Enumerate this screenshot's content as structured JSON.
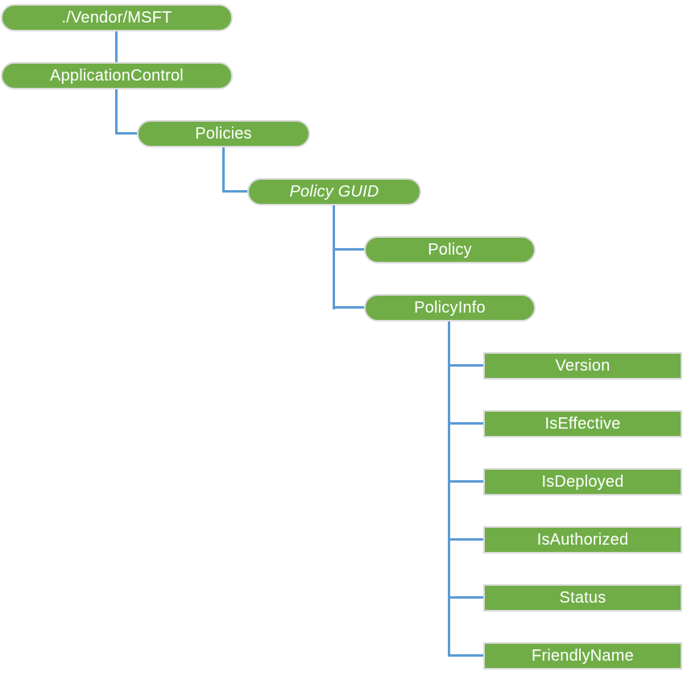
{
  "colors": {
    "node_fill": "#70AD47",
    "node_border": "#DBDBDB",
    "node_text": "#FFFFFF",
    "connector": "#5B9BD5",
    "background": "#FFFFFF"
  },
  "tree": {
    "label": "./Vendor/MSFT",
    "shape": "pill",
    "children": [
      {
        "label": "ApplicationControl",
        "shape": "pill",
        "children": [
          {
            "label": "Policies",
            "shape": "pill",
            "children": [
              {
                "label": "Policy GUID",
                "shape": "pill",
                "italic": true,
                "children": [
                  {
                    "label": "Policy",
                    "shape": "pill"
                  },
                  {
                    "label": "PolicyInfo",
                    "shape": "pill",
                    "children": [
                      {
                        "label": "Version",
                        "shape": "rect"
                      },
                      {
                        "label": "IsEffective",
                        "shape": "rect"
                      },
                      {
                        "label": "IsDeployed",
                        "shape": "rect"
                      },
                      {
                        "label": "IsAuthorized",
                        "shape": "rect"
                      },
                      {
                        "label": "Status",
                        "shape": "rect"
                      },
                      {
                        "label": "FriendlyName",
                        "shape": "rect"
                      }
                    ]
                  }
                ]
              }
            ]
          }
        ]
      }
    ]
  }
}
